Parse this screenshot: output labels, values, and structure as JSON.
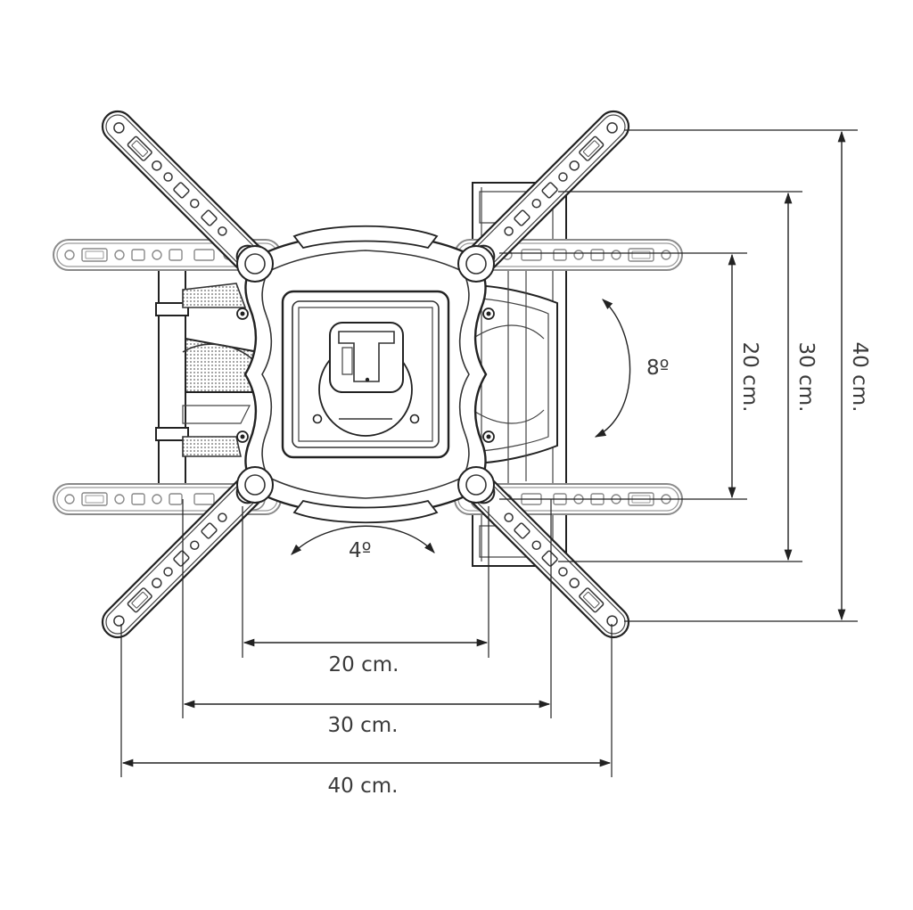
{
  "dimensions": {
    "horizontal": [
      {
        "id": "h20",
        "label": "20 cm."
      },
      {
        "id": "h30",
        "label": "30 cm."
      },
      {
        "id": "h40",
        "label": "40 cm."
      }
    ],
    "vertical": [
      {
        "id": "v20",
        "label": "20 cm."
      },
      {
        "id": "v30",
        "label": "30 cm."
      },
      {
        "id": "v40",
        "label": "40 cm."
      }
    ]
  },
  "angles": {
    "tilt": "8º",
    "swivel": "4º"
  }
}
